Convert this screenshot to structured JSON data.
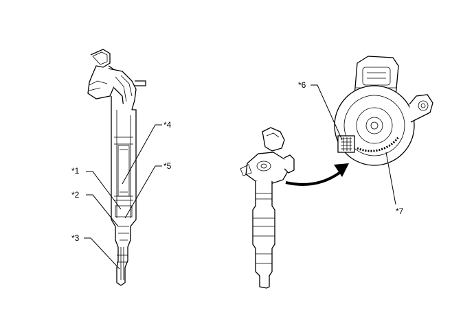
{
  "callouts": {
    "c1": "*1",
    "c2": "*2",
    "c3": "*3",
    "c4": "*4",
    "c5": "*5",
    "c6": "*6",
    "c7": "*7"
  }
}
